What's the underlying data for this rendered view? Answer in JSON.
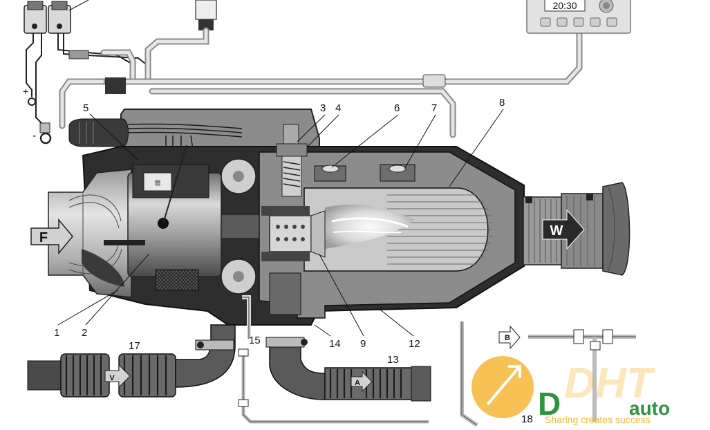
{
  "controller": {
    "time": "20:30"
  },
  "polarity": {
    "plus": "+",
    "minus": "-"
  },
  "arrows": {
    "fresh_air": "F",
    "warm_air": "W",
    "exhaust_v": "V",
    "exhaust_a": "A",
    "fuel_b": "B"
  },
  "callouts": [
    "1",
    "2",
    "3",
    "4",
    "5",
    "6",
    "7",
    "8",
    "9",
    "12",
    "13",
    "14",
    "15",
    "17",
    "18"
  ],
  "watermark": {
    "brand_a": "D",
    "brand_b": "auto",
    "slogan": "Sharing creates success",
    "logo_text": "DHT"
  },
  "colors": {
    "body_dark": "#2e2e2e",
    "housing_mid": "#8c8c8c",
    "chamber_light": "#c9c9c9",
    "watermark_orange": "#f3b127",
    "watermark_green": "#1f8a2e"
  }
}
